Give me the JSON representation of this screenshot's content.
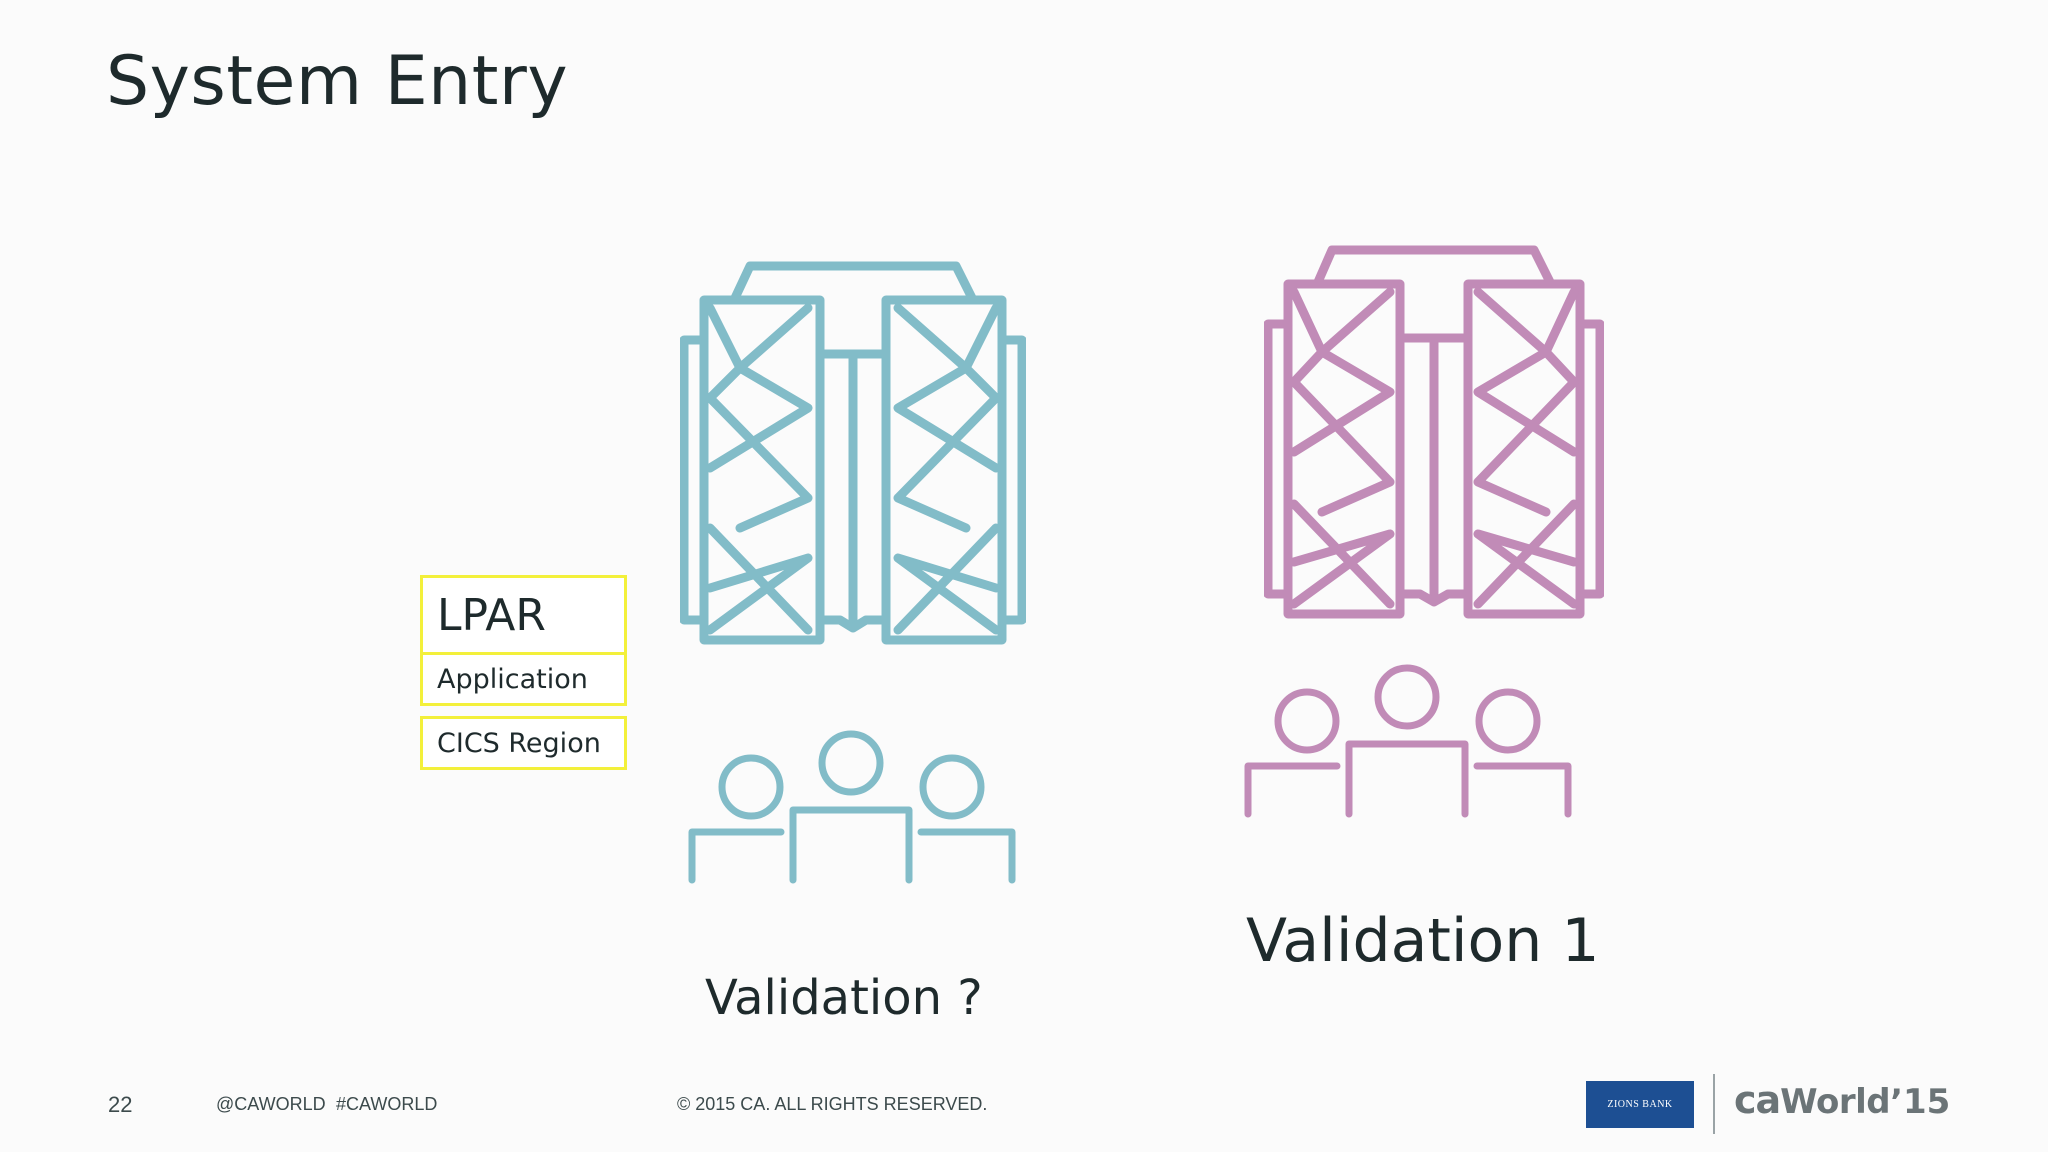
{
  "slide": {
    "title": "System Entry"
  },
  "diagram": {
    "left": {
      "label": "Validation ?",
      "color": "#82bcc8"
    },
    "right": {
      "label": "Validation 1",
      "color": "#c18bb7"
    },
    "legend": {
      "border_color": "#f3f03a",
      "items": [
        "LPAR",
        "Application",
        "CICS Region"
      ]
    }
  },
  "footer": {
    "page_number": "22",
    "social_handle": "@CAWORLD",
    "hashtag": "#CAWORLD",
    "copyright": "© 2015 CA. ALL RIGHTS RESERVED.",
    "sponsor_logo": "ZIONS BANK",
    "event_logo": {
      "prefix": "ca",
      "name": "World",
      "year": "’15"
    }
  }
}
